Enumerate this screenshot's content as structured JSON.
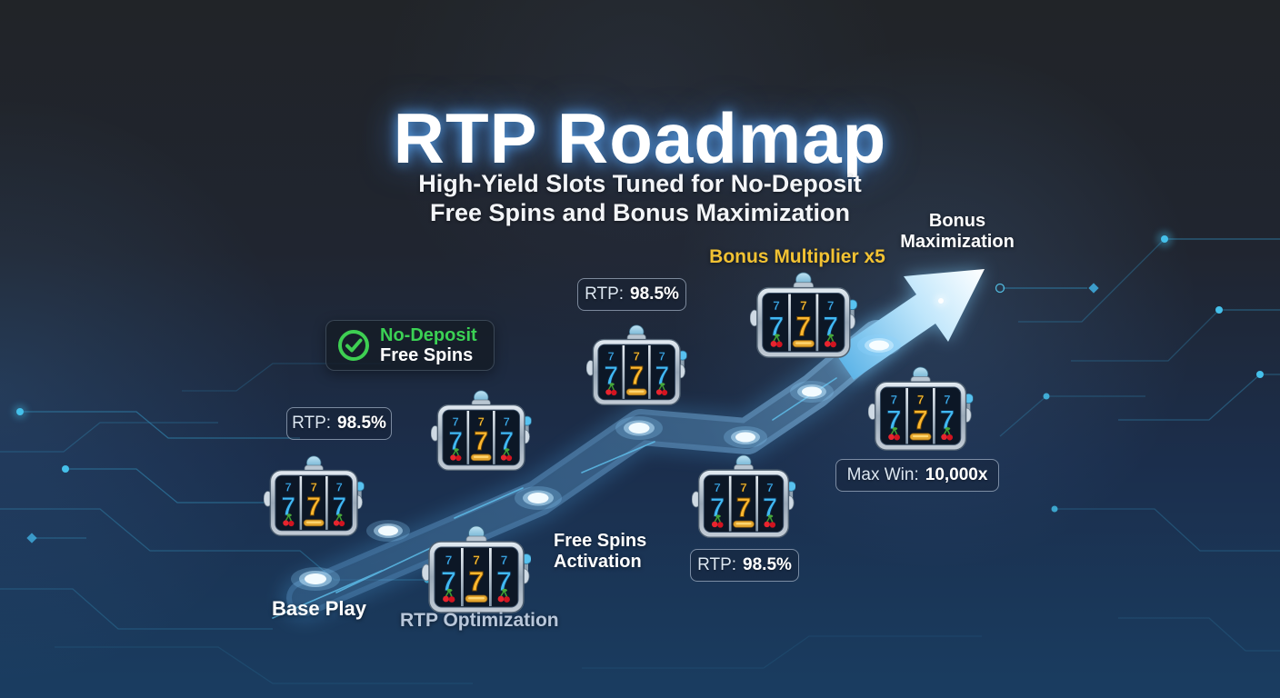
{
  "header": {
    "title": "RTP Roadmap",
    "subtitle_line1": "High-Yield Slots Tuned for No-Deposit",
    "subtitle_line2": "Free Spins and Bonus Maximization"
  },
  "stages": [
    {
      "label": "Base Play"
    },
    {
      "label": "RTP Optimization"
    },
    {
      "line1": "Free Spins",
      "line2": "Activation"
    },
    {
      "label": "Bonus Multiplier x5"
    },
    {
      "line1": "Bonus",
      "line2": "Maximization"
    }
  ],
  "badges": {
    "rtp_left": {
      "prefix": "RTP:",
      "value": "98.5%"
    },
    "rtp_top": {
      "prefix": "RTP:",
      "value": "98.5%"
    },
    "rtp_bottom": {
      "prefix": "RTP:",
      "value": "98.5%"
    },
    "max_win": {
      "prefix": "Max Win:",
      "value": "10,000x"
    },
    "no_deposit": {
      "line1": "No-Deposit",
      "line2": "Free Spins"
    }
  },
  "slot_machine": {
    "reel_symbol": "7",
    "count": 7
  },
  "icons": {
    "check_circle": "check-circle-icon",
    "slot_machine": "slot-machine-icon",
    "growth_arrow": "growth-arrow-icon",
    "path_node": "path-node-icon"
  },
  "colors": {
    "background_top": "#212428",
    "background_bottom": "#1a3d61",
    "title_glow": "#5fafff",
    "accent_yellow": "#f2c233",
    "accent_green": "#3bd154",
    "path_glow": "#8fd4ff",
    "muted_label": "#b9c7da",
    "badge_border": "#cddef0"
  }
}
